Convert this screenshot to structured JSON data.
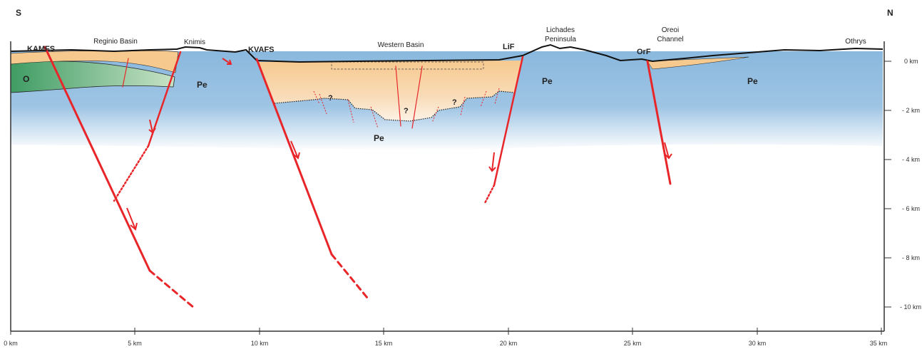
{
  "orientation": {
    "left": "S",
    "right": "N"
  },
  "place_labels": {
    "reginio": "Reginio Basin",
    "knimis": "Knimis",
    "western": "Western Basin",
    "lichades_1": "Lichades",
    "lichades_2": "Peninsula",
    "oreoi_1": "Oreoi",
    "oreoi_2": "Channel",
    "othrys": "Othrys"
  },
  "fault_labels": {
    "kamfs": "KAMFS",
    "kvafs": "KVAFS",
    "lif": "LiF",
    "orf": "OrF"
  },
  "unit_labels": {
    "o": "O",
    "pe_1": "Pe",
    "pe_2": "Pe",
    "pe_3": "Pe",
    "pe_4": "Pe"
  },
  "question_marks": [
    "?",
    "?",
    "?"
  ],
  "depth_axis": [
    "0 km",
    "- 2 km",
    "- 4 km",
    "- 6 km",
    "- 8 km",
    "- 10 km"
  ],
  "distance_axis": [
    "0 km",
    "5 km",
    "10 km",
    "15 km",
    "20 km",
    "25 km",
    "30 km",
    "35 km"
  ],
  "colors": {
    "fault": "#e8262a",
    "basement_blue": "#8ab8de",
    "basin_fill": "#f7cf9e",
    "olig_green": "#4aa36b",
    "axis": "#333333"
  }
}
